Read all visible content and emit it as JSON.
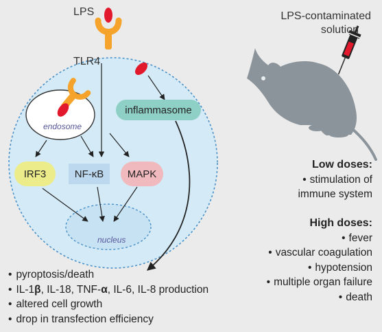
{
  "labels": {
    "lps": "LPS",
    "tlr4": "TLR4",
    "endosome": "endosome",
    "inflammasome": "inflammasome",
    "irf3": "IRF3",
    "nfkb": "NF-κB",
    "mapk": "MAPK",
    "nucleus": "nucleus",
    "contaminated_solution_line1": "LPS-contaminated",
    "contaminated_solution_line2": "solution"
  },
  "outcomes": [
    "pyroptosis/death",
    "altered cell growth",
    "drop in transfection efficiency"
  ],
  "cytokine_line": {
    "p1": "IL-1",
    "beta": "β",
    "p2": ", IL-18, TNF-",
    "alpha": "α",
    "p3": ", IL-6, IL-8 production"
  },
  "low_doses": {
    "heading": "Low doses:",
    "items": [
      "stimulation of",
      "immune system"
    ]
  },
  "high_doses": {
    "heading": "High doses:",
    "items": [
      "fever",
      "vascular coagulation",
      "hypotension",
      "multiple organ failure",
      "death"
    ]
  },
  "colors": {
    "background": "#ebebeb",
    "cell": "#d4ebf7",
    "lps_red": "#e2192c",
    "receptor_orange": "#f5a32a",
    "irf3": "#ecec8a",
    "nfkb": "#bcd8ef",
    "mapk": "#f0b9bd",
    "inflammasome": "#8fd0c6",
    "mouse": "#8b949b"
  },
  "icons": [
    "lps-molecule-icon",
    "tlr4-receptor-icon",
    "mouse-icon",
    "syringe-icon"
  ]
}
